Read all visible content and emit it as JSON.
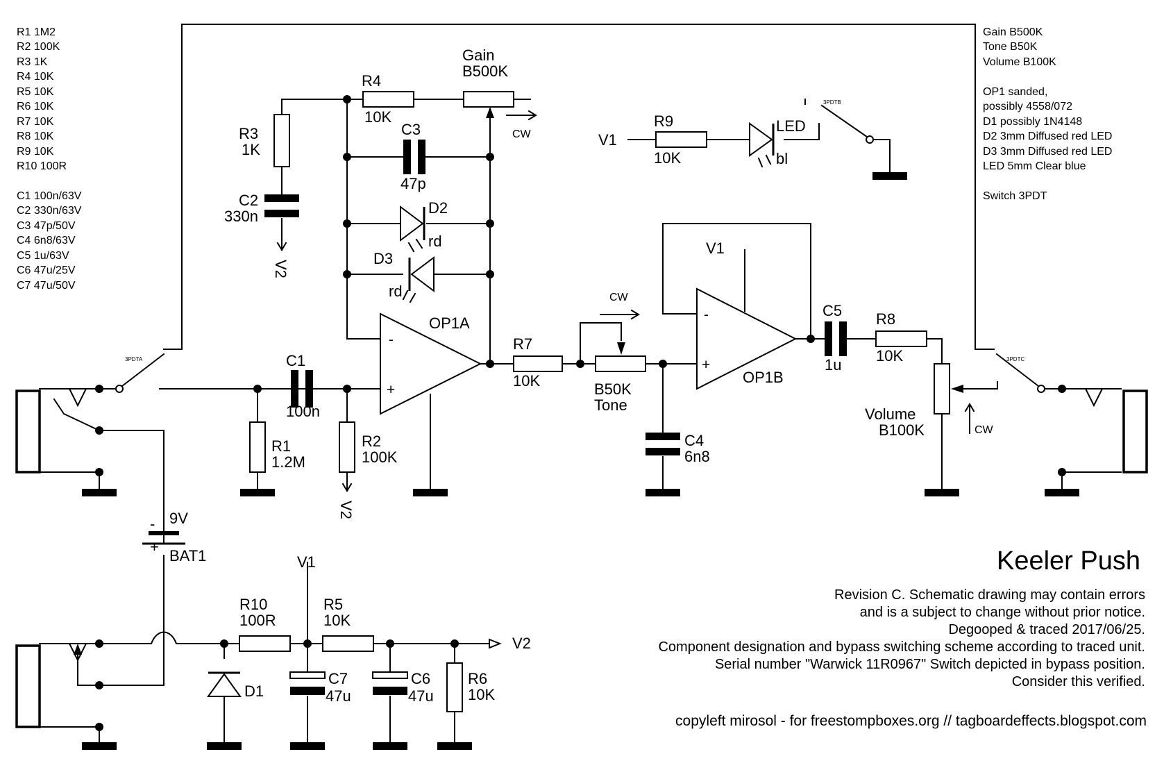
{
  "parts_list": [
    "R1 1M2",
    "R2 100K",
    "R3 1K",
    "R4 10K",
    "R5 10K",
    "R6 10K",
    "R7 10K",
    "R8 10K",
    "R9 10K",
    "R10 100R"
  ],
  "caps_list": [
    "C1 100n/63V",
    "C2 330n/63V",
    "C3 47p/50V",
    "C4 6n8/63V",
    "C5 1u/63V",
    "C6 47u/25V",
    "C7 47u/50V"
  ],
  "pots_list": [
    "Gain B500K",
    "Tone B50K",
    "Volume B100K"
  ],
  "notes_list": [
    "OP1 sanded,",
    "possibly 4558/072",
    "D1 possibly 1N4148",
    "D2 3mm Diffused red LED",
    "D3 3mm Diffused red LED",
    "LED 5mm Clear blue"
  ],
  "switch_note": "Switch 3PDT",
  "title": "Keeler Push",
  "revision_lines": [
    "Revision C. Schematic drawing may contain errors",
    "and is a subject to change without prior notice.",
    "Degooped & traced 2017/06/25.",
    "Component designation and bypass switching scheme according to traced unit.",
    "Serial number \"Warwick 11R0967\" Switch depicted in bypass position.",
    "Consider this verified."
  ],
  "credits": "copyleft mirosol - for freestompboxes.org // tagboardeffects.blogspot.com",
  "labels": {
    "r1": "R1",
    "r1v": "1.2M",
    "r2": "R2",
    "r2v": "100K",
    "r3": "R3",
    "r3v": "1K",
    "r4": "R4",
    "r4v": "10K",
    "r5": "R5",
    "r5v": "10K",
    "r6": "R6",
    "r6v": "10K",
    "r7": "R7",
    "r7v": "10K",
    "r8": "R8",
    "r8v": "10K",
    "r9": "R9",
    "r9v": "10K",
    "r10": "R10",
    "r10v": "100R",
    "c1": "C1",
    "c1v": "100n",
    "c2": "C2",
    "c2v": "330n",
    "c3": "C3",
    "c3v": "47p",
    "c4": "C4",
    "c4v": "6n8",
    "c5": "C5",
    "c5v": "1u",
    "c6": "C6",
    "c6v": "47u",
    "c7": "C7",
    "c7v": "47u",
    "d1": "D1",
    "d2": "D2",
    "d3": "D3",
    "rd": "rd",
    "bl": "bl",
    "led": "LED",
    "op1a": "OP1A",
    "op1b": "OP1B",
    "gain": "Gain",
    "gainv": "B500K",
    "tone_v": "B50K",
    "tone": "Tone",
    "volume": "Volume",
    "volumev": "B100K",
    "cw": "CW",
    "v1": "V1",
    "v2": "V2",
    "bat": "BAT1",
    "batv": "9V",
    "minus": "-",
    "plus": "+",
    "sw_a": "3PDTA",
    "sw_b": "3PDTB",
    "sw_c": "3PDTC"
  }
}
